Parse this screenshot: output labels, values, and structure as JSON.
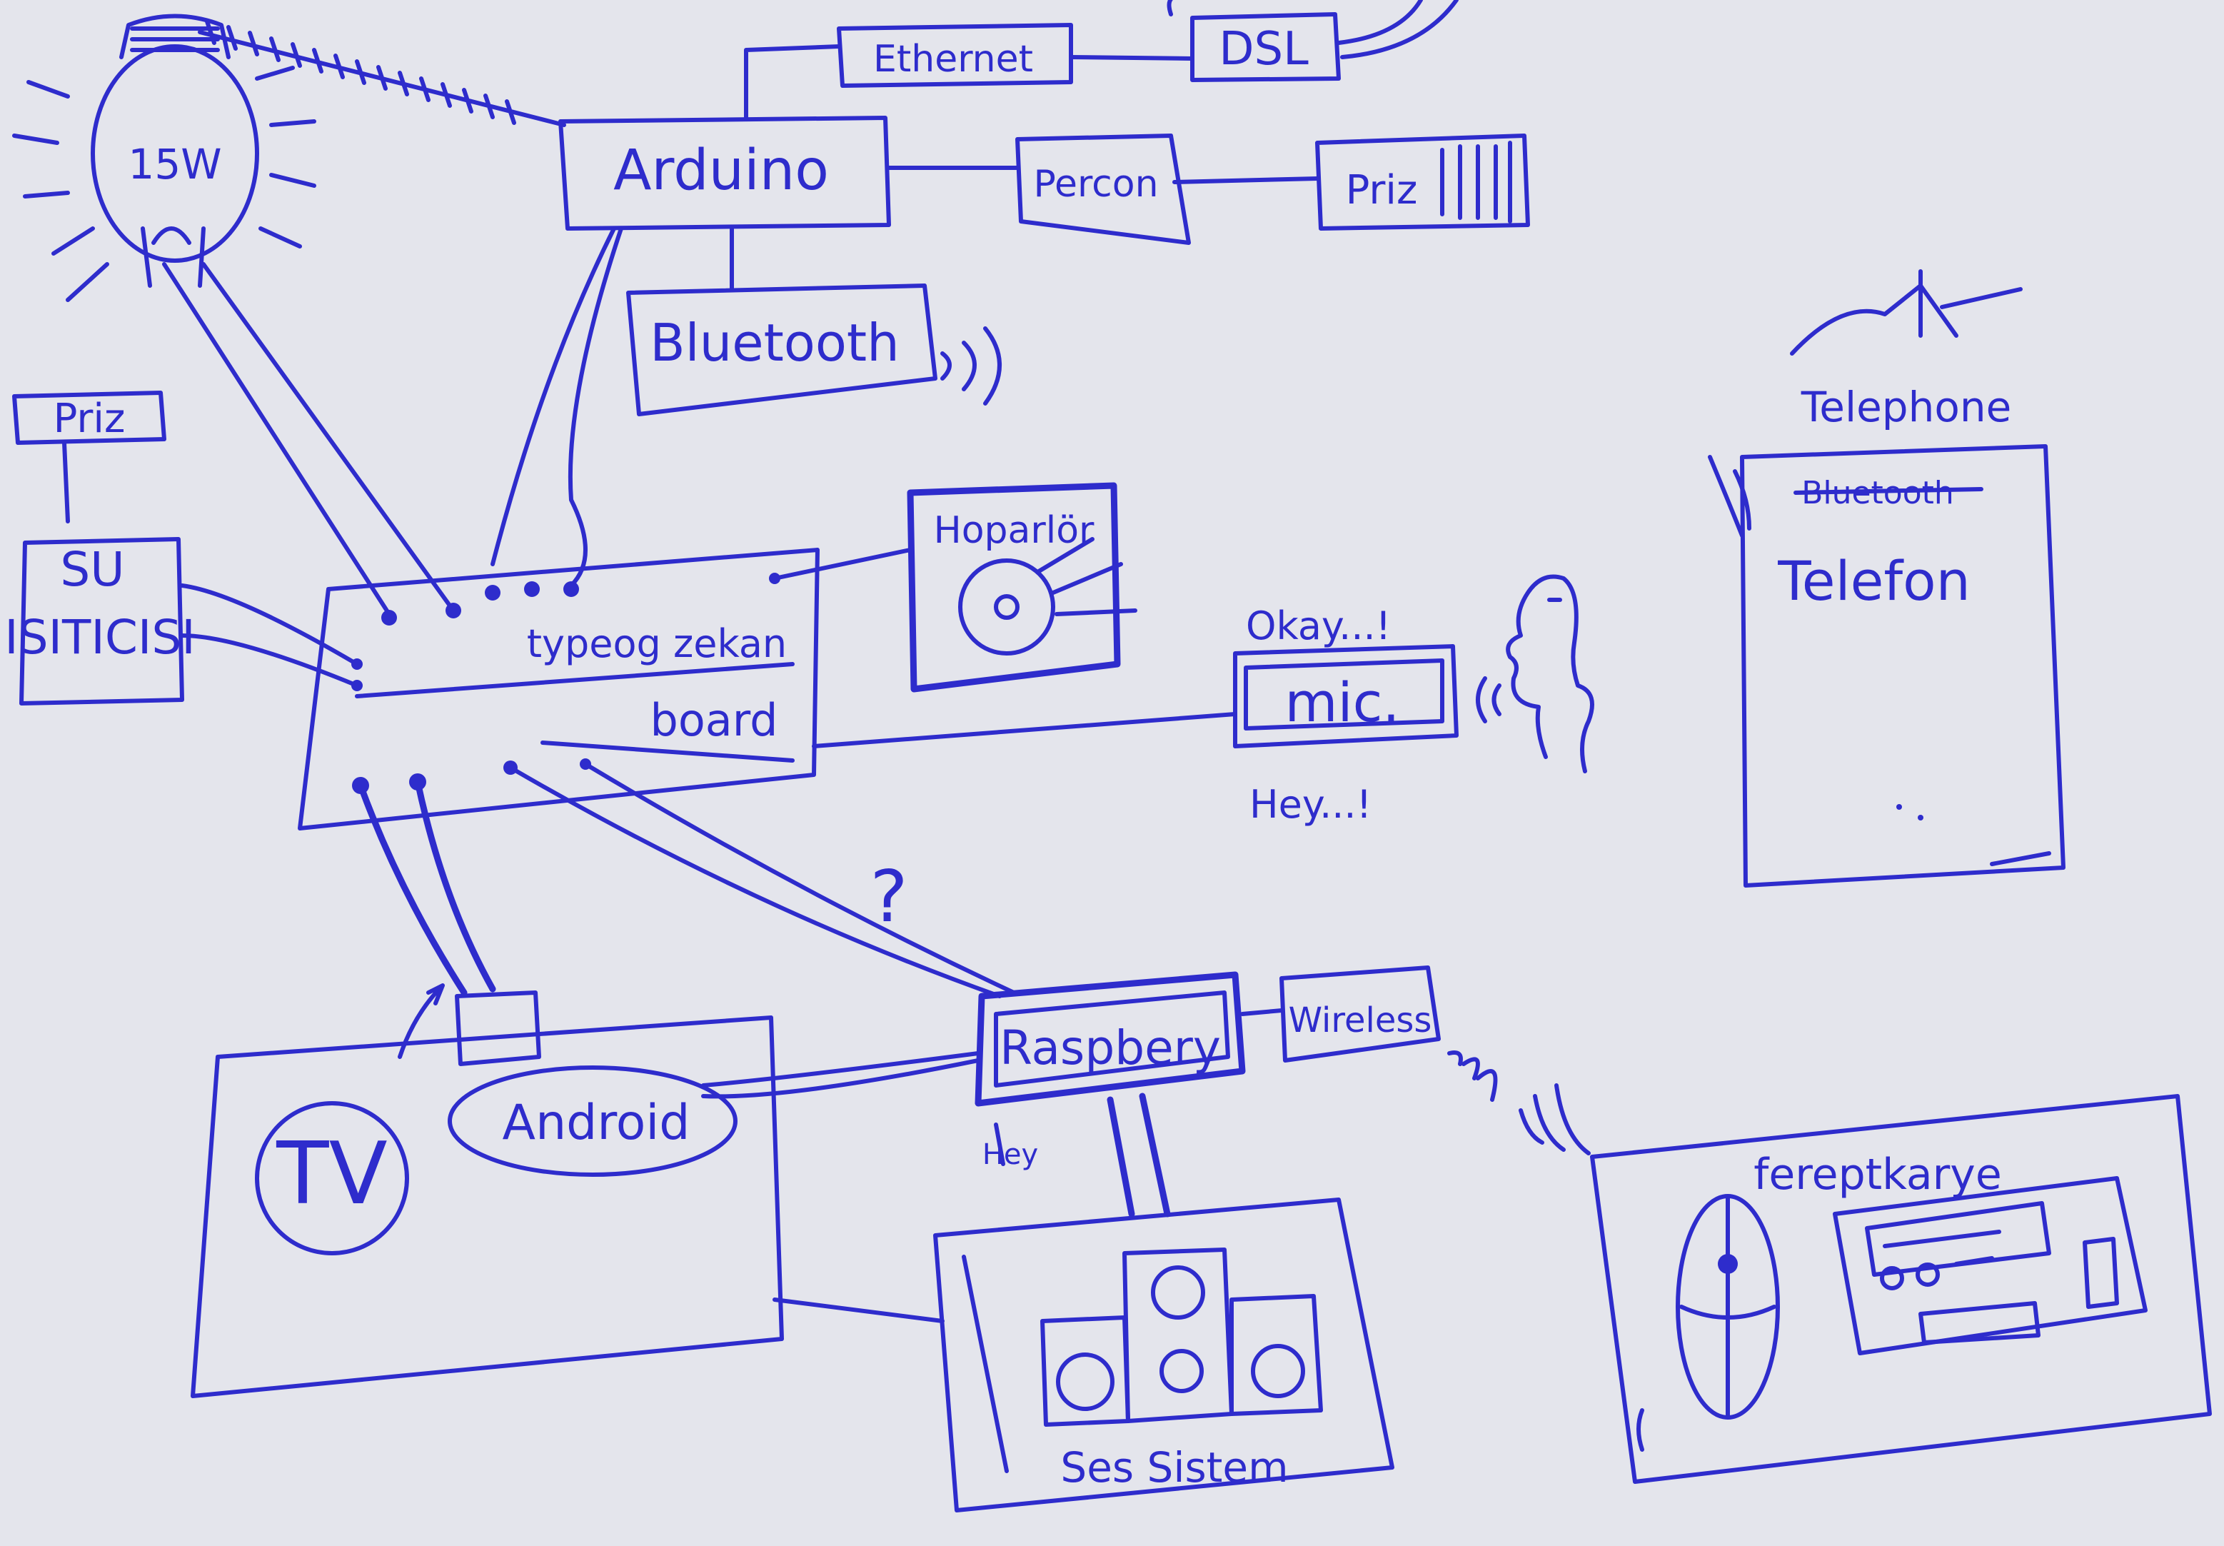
{
  "diagram": {
    "colors": {
      "ink": "#2e2ccc",
      "paper": "#e4e5ec"
    },
    "labels": {
      "bulb": "15W",
      "arduino": "Arduino",
      "ethernet": "Ethernet",
      "dsl": "DSL",
      "power": "Percon",
      "socket": "Priz",
      "bluetooth": "Bluetooth",
      "socket_left": "Priz",
      "water_heater": "SU ISITICISI",
      "board": "typeog zekan",
      "board_sub": "board",
      "speaker": "Hoparlör",
      "mic": "mic.",
      "okay": "Okay...!",
      "hey": "Hey...!",
      "telephone_top": "Telephone",
      "telephone_bt": "Bluetooth",
      "telephone": "Telefon",
      "question": "?",
      "raspberry": "Raspbery",
      "wireless": "Wireless",
      "tv": "TV",
      "android": "Android",
      "sound_system": "Ses Sistem",
      "laptop": "fereptkarye",
      "hey_small": "Hey"
    }
  }
}
